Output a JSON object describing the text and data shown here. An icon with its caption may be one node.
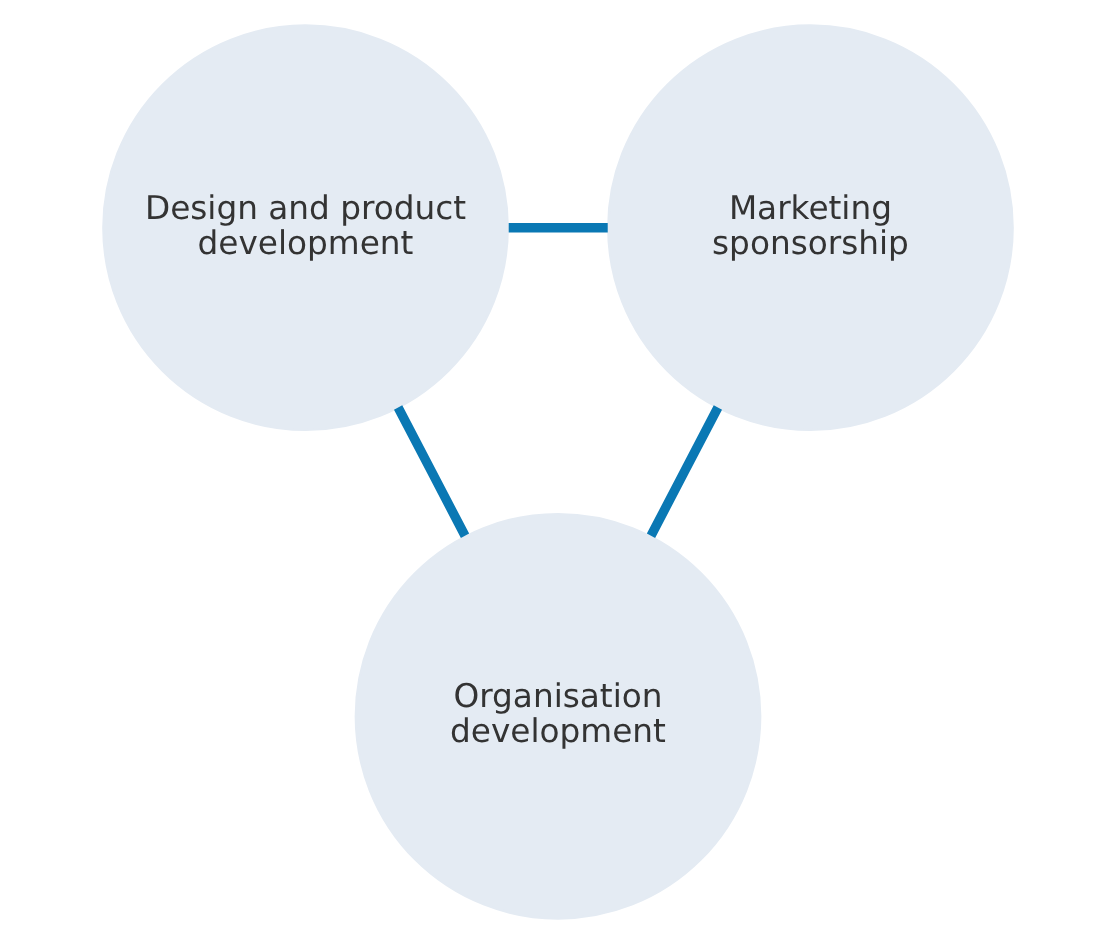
{
  "diagram": {
    "nodes": [
      {
        "text": [
          "Design and product development"
        ]
      },
      {
        "text": [
          "Marketing sponsorship"
        ]
      },
      {
        "text": [
          "Organisation development"
        ]
      }
    ],
    "edges": [
      {
        "from": 0,
        "to": 1,
        "arrow": "none"
      },
      {
        "from": 0,
        "to": 2,
        "arrow": "none"
      },
      {
        "from": 1,
        "to": 2,
        "arrow": "none"
      }
    ]
  }
}
